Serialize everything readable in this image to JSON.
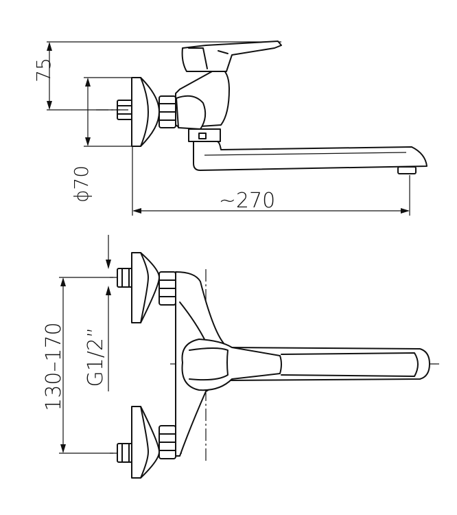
{
  "dimensions": {
    "height_offset": "75",
    "flange_diameter": "ϕ70",
    "overall_length": "~270",
    "centre_distance": "130–170",
    "thread": "G1/2”"
  }
}
